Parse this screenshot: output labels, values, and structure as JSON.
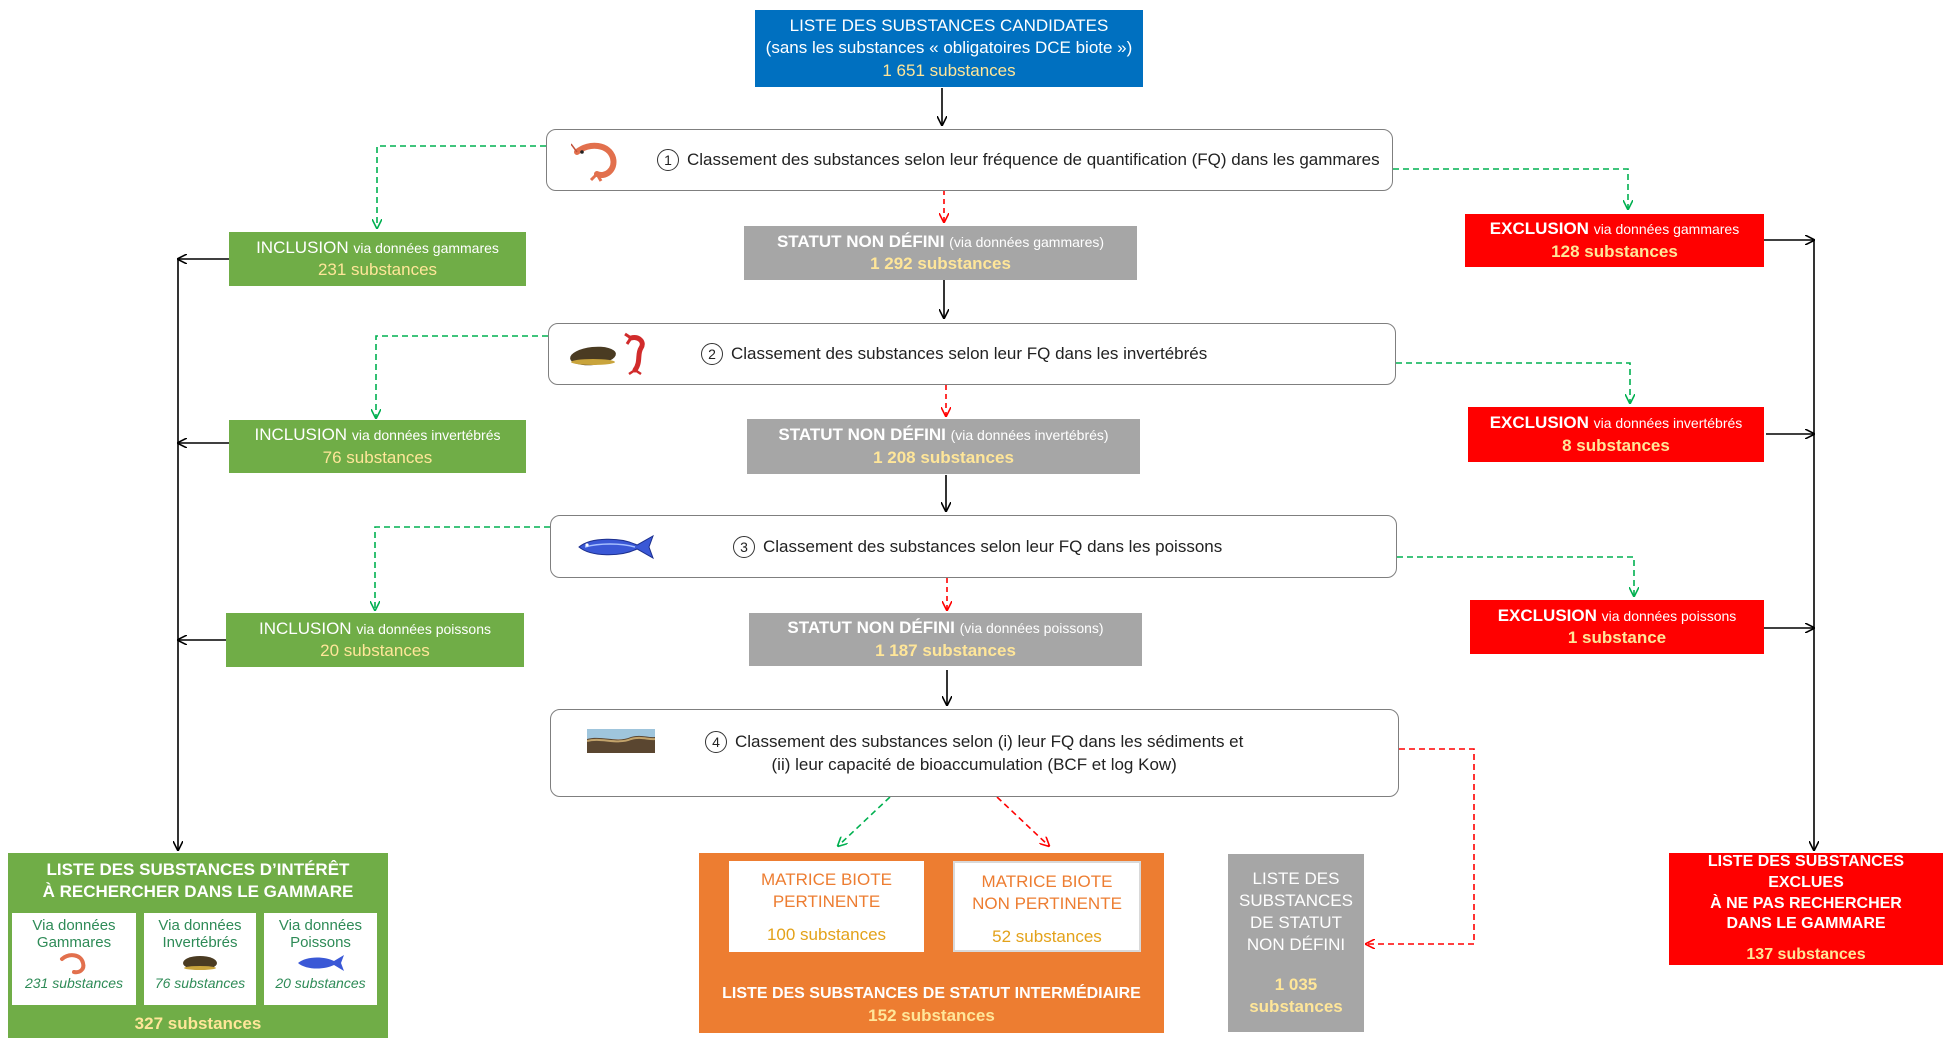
{
  "top": {
    "line1": "LISTE DES SUBSTANCES CANDIDATES",
    "line2": "(sans les substances « obligatoires DCE biote »)",
    "count": "1 651 substances"
  },
  "steps": [
    {
      "num": "1",
      "text": "Classement des substances selon leur fréquence de quantification (FQ) dans les gammares"
    },
    {
      "num": "2",
      "text": "Classement des substances selon leur FQ dans les invertébrés"
    },
    {
      "num": "3",
      "text": "Classement des substances selon leur FQ dans les poissons"
    },
    {
      "num": "4",
      "text1": "Classement des substances selon (i) leur FQ dans les sédiments et",
      "text2": "(ii) leur capacité de bioaccumulation (BCF et log Kow)"
    }
  ],
  "status": [
    {
      "title": "STATUT NON DÉFINI",
      "via": "(via données gammares)",
      "count": "1 292 substances"
    },
    {
      "title": "STATUT NON DÉFINI",
      "via": "(via données invertébrés)",
      "count": "1 208 substances"
    },
    {
      "title": "STATUT NON DÉFINI",
      "via": "(via données poissons)",
      "count": "1 187 substances"
    }
  ],
  "inclusion": [
    {
      "title": "INCLUSION",
      "via": "via données gammares",
      "count": "231 substances"
    },
    {
      "title": "INCLUSION",
      "via": "via données invertébrés",
      "count": "76 substances"
    },
    {
      "title": "INCLUSION",
      "via": "via données poissons",
      "count": "20 substances"
    }
  ],
  "exclusion": [
    {
      "title": "EXCLUSION",
      "via": "via données gammares",
      "count": "128 substances"
    },
    {
      "title": "EXCLUSION",
      "via": "via données invertébrés",
      "count": "8 substances"
    },
    {
      "title": "EXCLUSION",
      "via": "via données poissons",
      "count": "1 substance"
    }
  ],
  "interest": {
    "line1": "LISTE DES SUBSTANCES D’INTÉRÊT",
    "line2": "À RECHERCHER DANS LE GAMMARE",
    "cards": [
      {
        "l1": "Via données",
        "l2": "Gammares",
        "count": "231 substances",
        "icon": "shrimp-icon"
      },
      {
        "l1": "Via données",
        "l2": "Invertébrés",
        "count": "76 substances",
        "icon": "mussel-icon"
      },
      {
        "l1": "Via données",
        "l2": "Poissons",
        "count": "20 substances",
        "icon": "fish-icon"
      }
    ],
    "total": "327 substances"
  },
  "intermediate": {
    "card1": {
      "l1": "MATRICE BIOTE",
      "l2": "PERTINENTE",
      "count": "100 substances"
    },
    "card2": {
      "l1": "MATRICE BIOTE",
      "l2": "NON PERTINENTE",
      "count": "52 substances"
    },
    "title": "LISTE DES SUBSTANCES DE STATUT INTERMÉDIAIRE",
    "count": "152 substances"
  },
  "undefined_list": {
    "l1": "LISTE DES",
    "l2": "SUBSTANCES",
    "l3": "DE STATUT",
    "l4": "NON DÉFINI",
    "count1": "1 035",
    "count2": "substances"
  },
  "excluded": {
    "l1": "LISTE DES SUBSTANCES EXCLUES",
    "l2": "À NE PAS RECHERCHER",
    "l3": "DANS LE GAMMARE",
    "count": "137 substances"
  },
  "colors": {
    "blue": "#0070c0",
    "green": "#70ad47",
    "grey": "#a6a6a6",
    "red": "#ff0000",
    "orange": "#ed7d31",
    "yellow_text": "#ffe699",
    "dash_green": "#00b050",
    "dash_red": "#ff0000"
  }
}
